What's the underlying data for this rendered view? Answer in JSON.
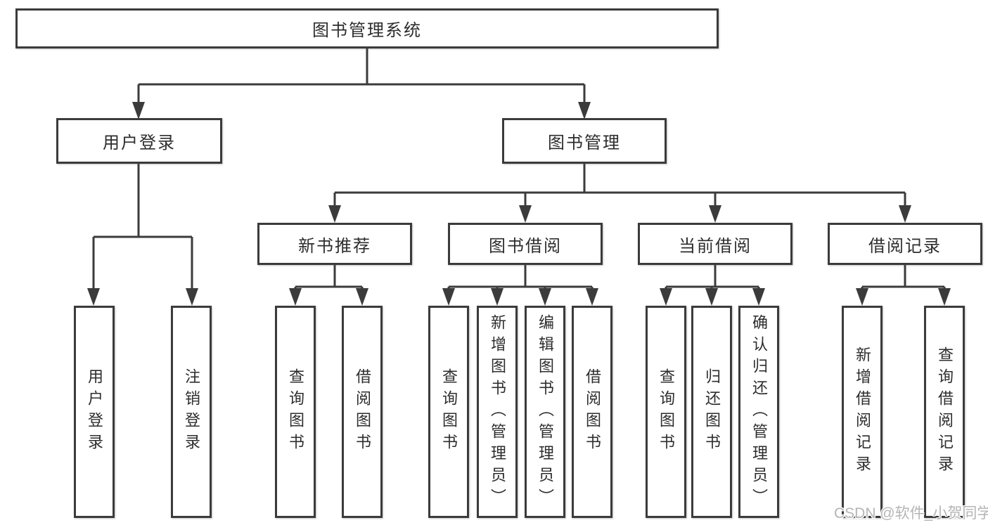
{
  "diagram": {
    "root": {
      "label": "图书管理系统"
    },
    "level1": [
      {
        "label": "用户登录"
      },
      {
        "label": "图书管理"
      }
    ],
    "login_children": [
      {
        "label": "用户登录"
      },
      {
        "label": "注销登录"
      }
    ],
    "level2": [
      {
        "label": "新书推荐"
      },
      {
        "label": "图书借阅"
      },
      {
        "label": "当前借阅"
      },
      {
        "label": "借阅记录"
      }
    ],
    "new_book_children": [
      {
        "label": "查询图书"
      },
      {
        "label": "借阅图书"
      }
    ],
    "book_borrow_children": [
      {
        "label": "查询图书"
      },
      {
        "label": "新增图书（管理员）"
      },
      {
        "label": "编辑图书（管理员）"
      },
      {
        "label": "借阅图书"
      }
    ],
    "current_borrow_children": [
      {
        "label": "查询图书"
      },
      {
        "label": "归还图书"
      },
      {
        "label": "确认归还（管理员）"
      }
    ],
    "borrow_record_children": [
      {
        "label": "新增借阅记录"
      },
      {
        "label": "查询借阅记录"
      }
    ],
    "watermark": "CSDN @软件_小贺同学",
    "colors": {
      "line": "#3b3b3b",
      "text": "#2d2d2d",
      "watermark": "#b5b5b5",
      "background": "#ffffff"
    }
  }
}
